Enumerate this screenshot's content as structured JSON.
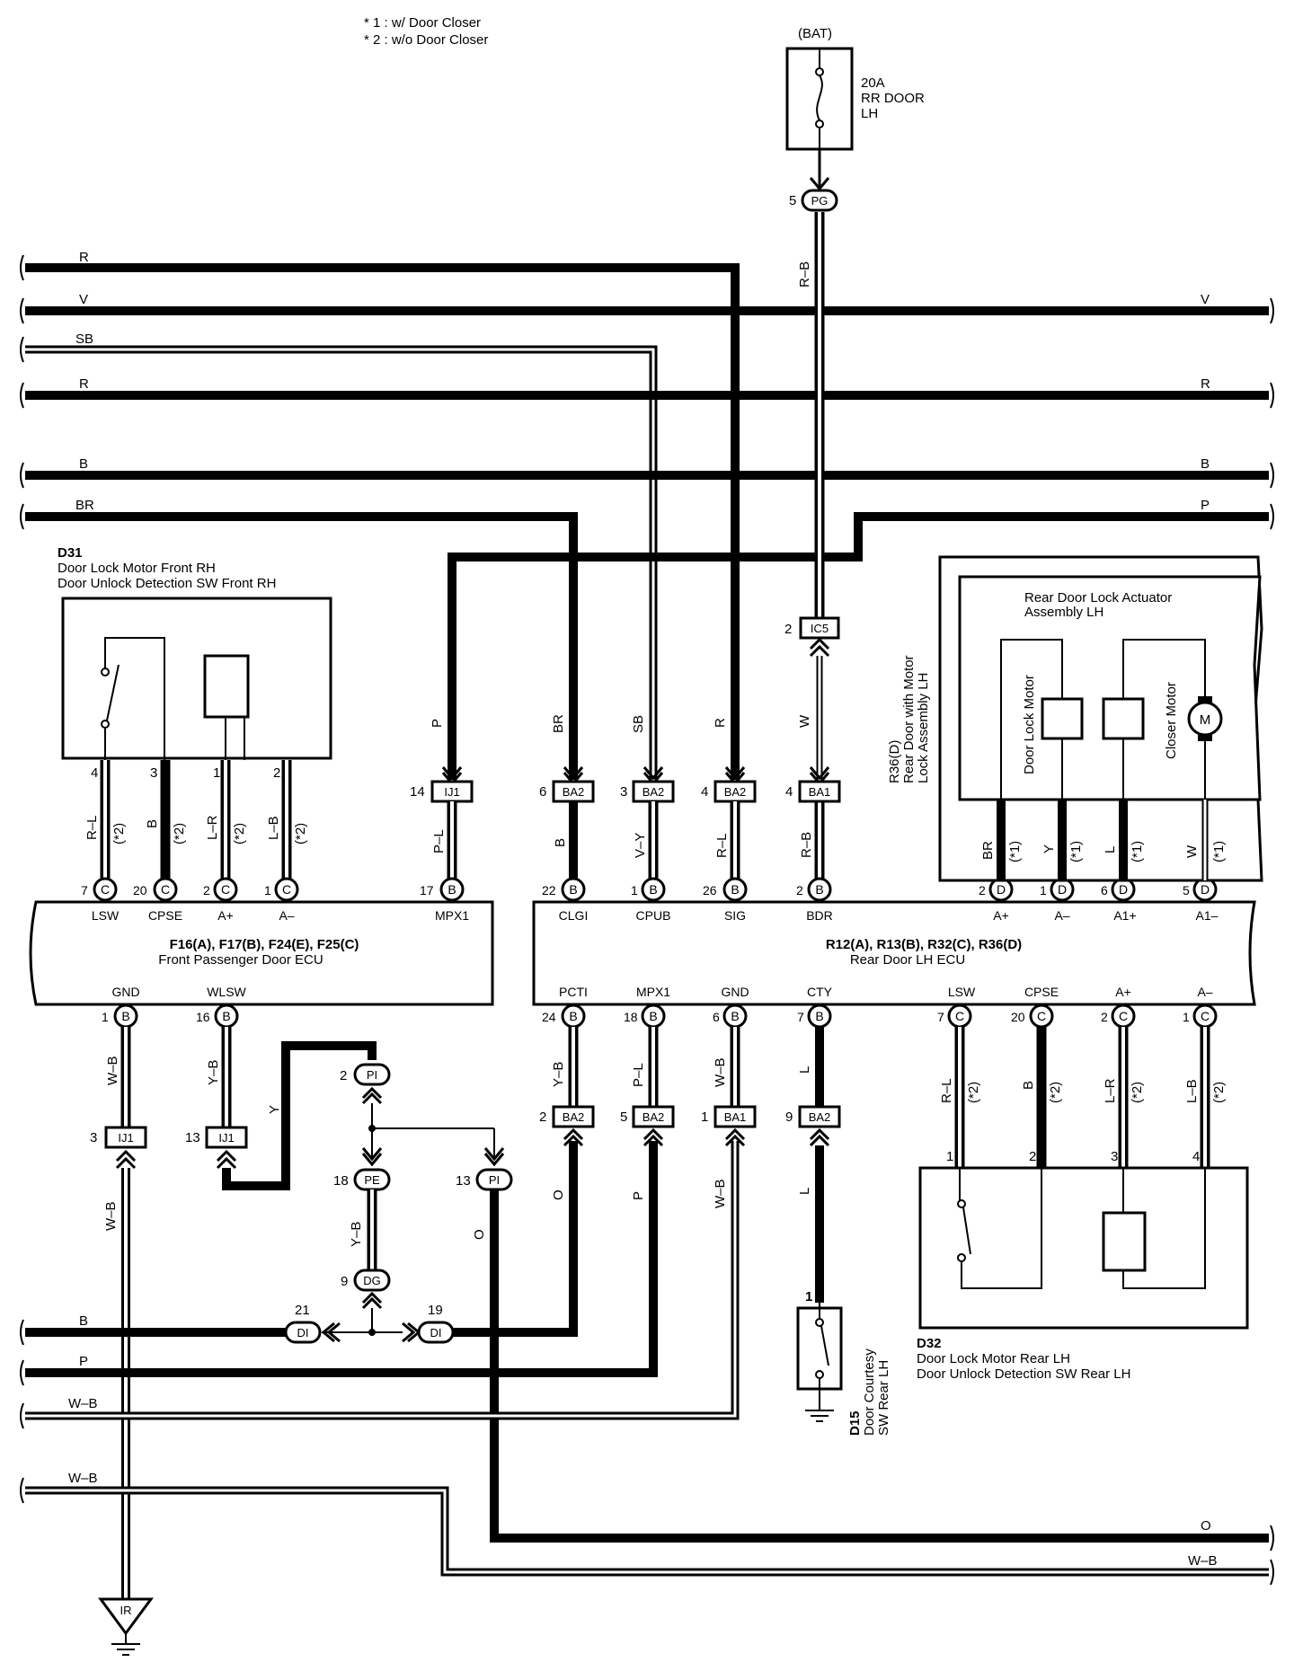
{
  "notes": [
    "* 1 : w/ Door Closer",
    "* 2 : w/o Door Closer"
  ],
  "battery": {
    "label": "(BAT)",
    "fuse_amp": "20A",
    "fuse_name_1": "RR DOOR",
    "fuse_name_2": "LH"
  },
  "components": {
    "d31": {
      "code": "D31",
      "line1": "Door Lock Motor Front RH",
      "line2": "Door Unlock Detection SW Front RH"
    },
    "front_ecu": {
      "code": "F16(A), F17(B), F24(E), F25(C)",
      "name": "Front Passenger Door ECU"
    },
    "rear_ecu": {
      "code": "R12(A), R13(B), R32(C), R36(D)",
      "name": "Rear Door LH ECU"
    },
    "actuator": {
      "line1": "Rear Door Lock Actuator",
      "line2": "Assembly LH",
      "door_lock_motor": "Door Lock Motor",
      "closer_motor": "Closer Motor",
      "motor_symbol": "M"
    },
    "r36": {
      "code": "R36(D)",
      "line1": "Rear Door with Motor",
      "line2": "Lock Assembly LH"
    },
    "d32": {
      "code": "D32",
      "line1": "Door Lock Motor Rear LH",
      "line2": "Door Unlock Detection SW Rear LH"
    },
    "d15": {
      "code": "D15",
      "line1": "Door Courtesy",
      "line2": "SW Rear LH"
    },
    "ground_ir": "IR"
  },
  "bus_wires": {
    "left": [
      "R",
      "V",
      "SB",
      "R",
      "B",
      "BR"
    ],
    "right": [
      "V",
      "R",
      "B",
      "P"
    ],
    "bottom_left": [
      "B",
      "P",
      "W–B",
      "W–B"
    ],
    "bottom_right": [
      "O",
      "W–B"
    ]
  },
  "front_ecu_top_pins": [
    {
      "pin": "7",
      "conn": "C",
      "name": "LSW",
      "wire": "R–L",
      "note": "(*2)"
    },
    {
      "pin": "20",
      "conn": "C",
      "name": "CPSE",
      "wire": "B",
      "note": "(*2)"
    },
    {
      "pin": "2",
      "conn": "C",
      "name": "A+",
      "wire": "L–R",
      "note": "(*2)"
    },
    {
      "pin": "1",
      "conn": "C",
      "name": "A–",
      "wire": "L–B",
      "note": "(*2)"
    },
    {
      "pin": "17",
      "conn": "B",
      "name": "MPX1",
      "wire": "P–L"
    }
  ],
  "d31_pins": [
    "4",
    "3",
    "1",
    "2"
  ],
  "front_ecu_bottom_pins": [
    {
      "pin": "1",
      "conn": "B",
      "name": "GND",
      "wire": "W–B"
    },
    {
      "pin": "16",
      "conn": "B",
      "name": "WLSW",
      "wire": "Y–B"
    }
  ],
  "rear_ecu_top_pins": [
    {
      "pin": "22",
      "conn": "B",
      "name": "CLGI",
      "wire": "B"
    },
    {
      "pin": "1",
      "conn": "B",
      "name": "CPUB",
      "wire": "V–Y"
    },
    {
      "pin": "26",
      "conn": "B",
      "name": "SIG",
      "wire": "R–L"
    },
    {
      "pin": "2",
      "conn": "B",
      "name": "BDR",
      "wire": "R–B"
    },
    {
      "pin": "2",
      "conn": "D",
      "name": "A+",
      "wire": "BR",
      "note": "(*1)"
    },
    {
      "pin": "1",
      "conn": "D",
      "name": "A–",
      "wire": "Y",
      "note": "(*1)"
    },
    {
      "pin": "6",
      "conn": "D",
      "name": "A1+",
      "wire": "L",
      "note": "(*1)"
    },
    {
      "pin": "5",
      "conn": "D",
      "name": "A1–",
      "wire": "W",
      "note": "(*1)"
    }
  ],
  "rear_ecu_bottom_pins": [
    {
      "pin": "24",
      "conn": "B",
      "name": "PCTI",
      "wire": "Y–B"
    },
    {
      "pin": "18",
      "conn": "B",
      "name": "MPX1",
      "wire": "P–L"
    },
    {
      "pin": "6",
      "conn": "B",
      "name": "GND",
      "wire": "W–B"
    },
    {
      "pin": "7",
      "conn": "B",
      "name": "CTY",
      "wire": "L"
    },
    {
      "pin": "7",
      "conn": "C",
      "name": "LSW",
      "wire": "R–L",
      "note": "(*2)"
    },
    {
      "pin": "20",
      "conn": "C",
      "name": "CPSE",
      "wire": "B",
      "note": "(*2)"
    },
    {
      "pin": "2",
      "conn": "C",
      "name": "A+",
      "wire": "L–R",
      "note": "(*2)"
    },
    {
      "pin": "1",
      "conn": "C",
      "name": "A–",
      "wire": "L–B",
      "note": "(*2)"
    }
  ],
  "d32_pins": [
    "1",
    "2",
    "3",
    "4"
  ],
  "connectors": [
    {
      "pin": "5",
      "name": "PG"
    },
    {
      "pin": "2",
      "name": "IC5"
    },
    {
      "pin": "14",
      "name": "IJ1"
    },
    {
      "pin": "6",
      "name": "BA2"
    },
    {
      "pin": "3",
      "name": "BA2"
    },
    {
      "pin": "4",
      "name": "BA2"
    },
    {
      "pin": "4",
      "name": "BA1"
    },
    {
      "pin": "3",
      "name": "IJ1"
    },
    {
      "pin": "13",
      "name": "IJ1"
    },
    {
      "pin": "2",
      "name": "PI"
    },
    {
      "pin": "18",
      "name": "PE"
    },
    {
      "pin": "13",
      "name": "PI"
    },
    {
      "pin": "9",
      "name": "DG"
    },
    {
      "pin": "21",
      "name": "DI"
    },
    {
      "pin": "19",
      "name": "DI"
    },
    {
      "pin": "2",
      "name": "BA2"
    },
    {
      "pin": "5",
      "name": "BA2"
    },
    {
      "pin": "1",
      "name": "BA1"
    },
    {
      "pin": "9",
      "name": "BA2"
    },
    {
      "pin": "1",
      "name": "D15"
    }
  ],
  "wire_labels": {
    "bat_feed": "R–B",
    "to_ij1_top": "P",
    "to_ba2_br": "BR",
    "to_ba2_sb": "SB",
    "to_ba2_r": "R",
    "ic5_ba1": "W",
    "wlsw_loop": "Y",
    "pe_dg": "Y–B",
    "ij1_ground": "W–B",
    "pi_down": "O",
    "ba2_pcti_in": "O",
    "ba2_mpx_in": "P",
    "ba1_gnd_in": "W–B",
    "ba2_cty_in": "L"
  }
}
